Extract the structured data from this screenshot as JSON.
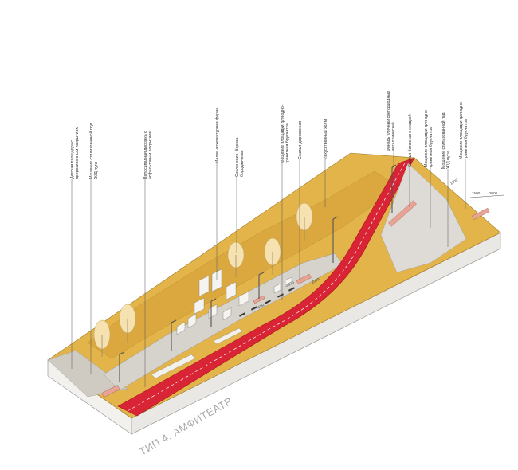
{
  "title": "ТИП 4. АМФИТЕАТР",
  "callouts": [
    {
      "lines": [
        "Детская площадка с",
        "прорезиненным покрытием"
      ]
    },
    {
      "lines": [
        "Мощение стилизованной под",
        "Ж/Д пути"
      ]
    },
    {
      "lines": [
        "Велосипедная дорожка с",
        "асфальтовым покрытием"
      ]
    },
    {
      "lines": [
        "Малая архитектурная форма"
      ]
    },
    {
      "lines": [
        "Озеленение- береза",
        "бородавчатая"
      ]
    },
    {
      "lines": [
        "Мощение площадки для одно-",
        "гранитная брусчатка"
      ]
    },
    {
      "lines": [
        "Скамья деревянная"
      ]
    },
    {
      "lines": [
        "Искусственный холм"
      ]
    },
    {
      "lines": [
        "Фонарь уличный светодиодный",
        "металлический"
      ]
    },
    {
      "lines": [
        "Скамья бетонная с кладкой"
      ]
    },
    {
      "lines": [
        "Мощение площадки для одно-",
        "гранитная брусчатка"
      ]
    },
    {
      "lines": [
        "Мощение стилизованной под",
        "Ж/Д пути"
      ]
    },
    {
      "lines": [
        "Мощение площадки для одно-",
        "гранитная брусчатка"
      ]
    }
  ],
  "dimensions": [
    "1500",
    "3000",
    "1500",
    "6000",
    "2000",
    "4750"
  ],
  "colors": {
    "sand": "#e3b44a",
    "sand_dark": "#c9982f",
    "red_track": "#d82434",
    "red_dark": "#a5121f",
    "paving": "#d6d2cc",
    "slab_side": "#f2f1ee",
    "pink": "#e8a394"
  }
}
